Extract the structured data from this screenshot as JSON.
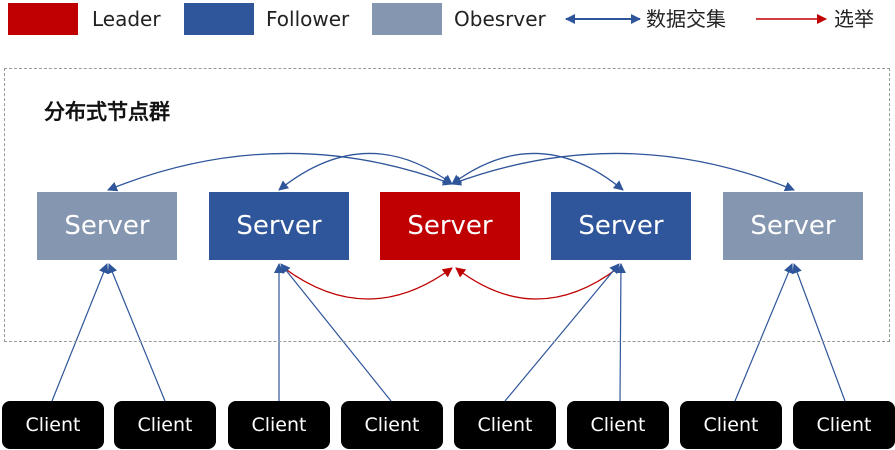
{
  "legend": [
    {
      "label": "Leader",
      "color": "#c00000"
    },
    {
      "label": "Follower",
      "color": "#2f559a"
    },
    {
      "label": "Obesrver",
      "color": "#8596b0"
    },
    {
      "label": "数据交集",
      "color": "#2f559a"
    },
    {
      "label": "选举",
      "color": "#c00000"
    }
  ],
  "cluster": {
    "title": "分布式节点群"
  },
  "servers": [
    {
      "label": "Server",
      "role": "observer",
      "color": "#8596b0"
    },
    {
      "label": "Server",
      "role": "follower",
      "color": "#2f559a"
    },
    {
      "label": "Server",
      "role": "leader",
      "color": "#c00000"
    },
    {
      "label": "Server",
      "role": "follower",
      "color": "#2f559a"
    },
    {
      "label": "Server",
      "role": "observer",
      "color": "#8596b0"
    }
  ],
  "clients": [
    {
      "label": "Client"
    },
    {
      "label": "Client"
    },
    {
      "label": "Client"
    },
    {
      "label": "Client"
    },
    {
      "label": "Client"
    },
    {
      "label": "Client"
    },
    {
      "label": "Client"
    },
    {
      "label": "Client"
    }
  ]
}
